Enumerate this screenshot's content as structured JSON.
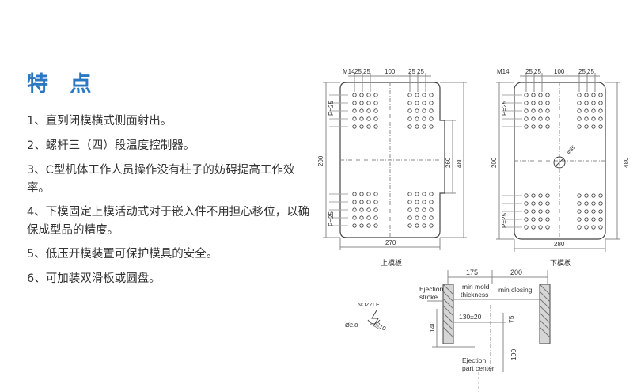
{
  "heading": "特 点",
  "features": [
    "1、直列闭模横式侧面射出。",
    "2、螺杆三（四）段温度控制器。",
    "3、C型机体工作人员操作没有柱子的妨碍提高工作效率。",
    "4、下模固定上模活动式对于嵌入件不用担心移位，以确保成型品的精度。",
    "5、低压开模装置可保护模具的安全。",
    "6、可加装双滑板或圆盘。"
  ],
  "upper_plate": {
    "caption": "上模板",
    "m14": "M14",
    "top_dims": [
      "25",
      "25",
      "100",
      "25",
      "25"
    ],
    "pitch_top": "P=25",
    "pitch_bottom": "P=25",
    "left_height": "200",
    "right_inner": "260",
    "right_outer": "480",
    "bottom_width": "270"
  },
  "lower_plate": {
    "caption": "下模板",
    "m14": "M14",
    "top_dims": [
      "25",
      "25",
      "100",
      "25",
      "25"
    ],
    "pitch_top": "P=25",
    "pitch_bottom": "P=25",
    "left_height": "200",
    "right_height": "480",
    "hole": "φ35",
    "bottom_width": "280"
  },
  "section": {
    "dim_175": "175",
    "dim_200": "200",
    "ejection_stroke_line1": "Ejection",
    "ejection_stroke_line2": "stroke",
    "min_mold_line1": "min mold",
    "min_mold_line2": "thickness",
    "min_closing": "min closing",
    "dim_130": "130±20",
    "dim_75": "75",
    "dim_140": "140",
    "dim_190": "190",
    "ejection_center_line1": "Ejection",
    "ejection_center_line2": "part center"
  },
  "nozzle": {
    "label": "NOZZLE",
    "dia": "Ø2.8",
    "radius": "R10"
  }
}
